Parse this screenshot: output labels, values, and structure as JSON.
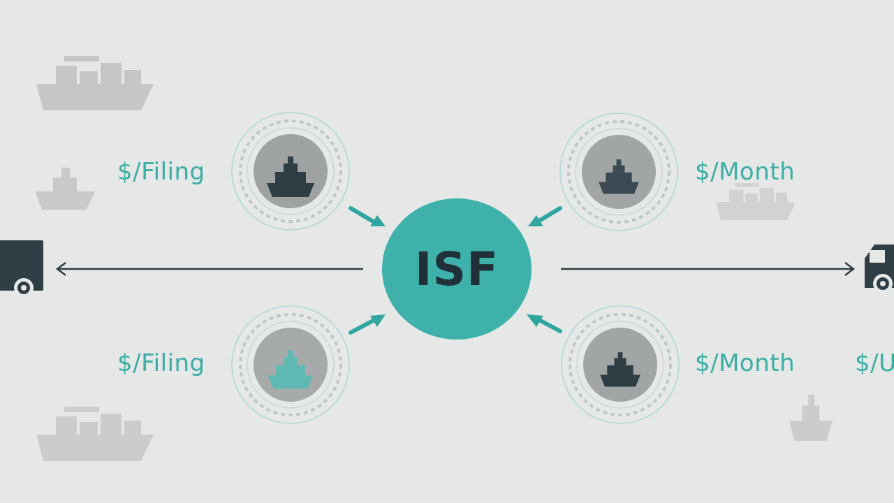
{
  "center": {
    "label": "ISF"
  },
  "rates": {
    "top_left": "$/Filing",
    "bottom_left": "$/Filing",
    "top_right": "$/Month",
    "bottom_right": "$/Month",
    "far_right_partial": "$/U"
  },
  "colors": {
    "background": "#e6e7e7",
    "accent": "#3db1aa",
    "dark": "#2f3d45",
    "faded": "#c4c6c6"
  },
  "icons": [
    "cargo-ship-icon",
    "delivery-truck-icon",
    "arrow-icon"
  ]
}
